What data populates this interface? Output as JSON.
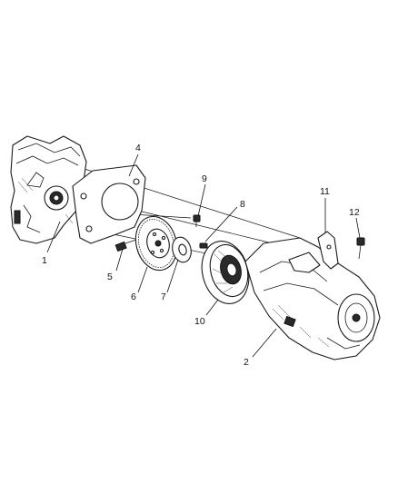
{
  "callouts": [
    {
      "id": "1",
      "text": "1"
    },
    {
      "id": "2",
      "text": "2"
    },
    {
      "id": "4",
      "text": "4"
    },
    {
      "id": "5",
      "text": "5"
    },
    {
      "id": "6",
      "text": "6"
    },
    {
      "id": "7",
      "text": "7"
    },
    {
      "id": "8",
      "text": "8"
    },
    {
      "id": "9",
      "text": "9"
    },
    {
      "id": "10",
      "text": "10"
    },
    {
      "id": "11",
      "text": "11"
    },
    {
      "id": "12",
      "text": "12"
    }
  ]
}
